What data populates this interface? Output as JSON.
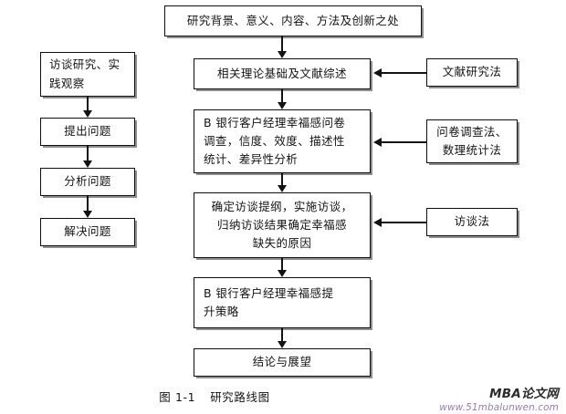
{
  "figure": {
    "caption_number": "图 1-1",
    "caption_title": "研究路线图"
  },
  "nodes": {
    "top": "研究背景、意义、内容、方法及创新之处",
    "left_col": [
      "访谈研究、实\n践观察",
      "提出问题",
      "分析问题",
      "解决问题"
    ],
    "center_col": [
      "相关理论基础及文献综述",
      "B 银行客户经理幸福感问卷\n调查，信度、效度、描述性\n统计、差异性分析",
      "确定访谈提纲，实施访谈，\n归纳访谈结果确定幸福感\n缺失的原因",
      "B 银行客户经理幸福感提\n升策略",
      "结论与展望"
    ],
    "right_col": [
      "文献研究法",
      "问卷调查法、\n数理统计法",
      "访谈法"
    ]
  },
  "watermark": {
    "brand": "MBA论文网",
    "url": "www.51mbalunwen.com",
    "url_color": "#9b7bb5"
  },
  "style": {
    "line_color": "#131313",
    "box_border_color": "#0f0f0f",
    "background": "#ffffff"
  }
}
